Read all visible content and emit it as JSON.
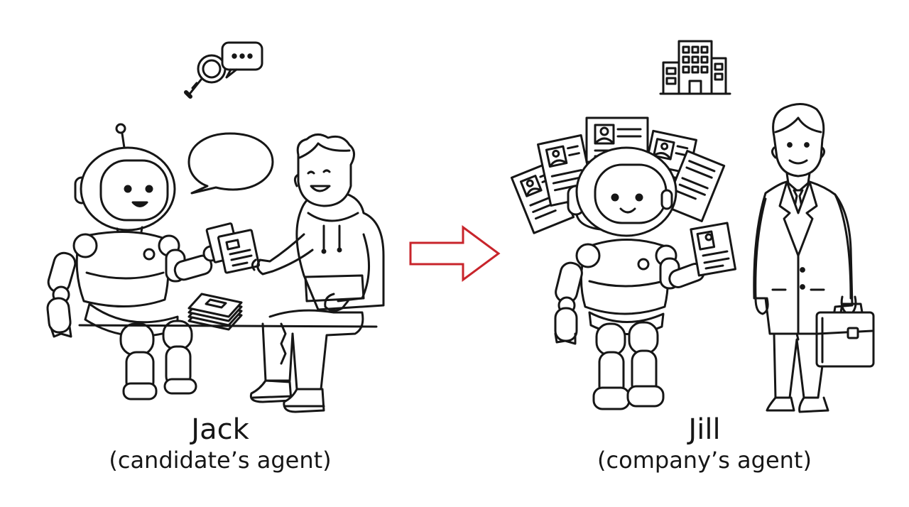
{
  "agents": {
    "jack": {
      "name": "Jack",
      "role": "(candidate’s agent)"
    },
    "jill": {
      "name": "Jill",
      "role": "(company’s agent)"
    }
  },
  "icons": {
    "left_top": "magnifier-chat-icon",
    "right_top": "office-building-icon",
    "center": "arrow-right-icon"
  },
  "colors": {
    "ink": "#161616",
    "arrow": "#c8242b",
    "background": "#ffffff"
  }
}
